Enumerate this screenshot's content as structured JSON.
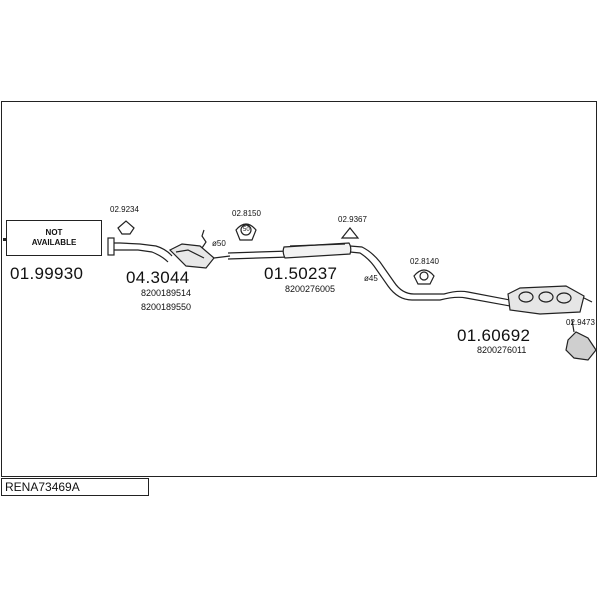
{
  "diagram": {
    "code": "RENA73469A",
    "not_available": [
      "NOT",
      "AVAILABLE"
    ],
    "parts": [
      {
        "number": "01.99930",
        "refs": []
      },
      {
        "number": "04.3044",
        "refs": [
          "8200189514",
          "8200189550"
        ]
      },
      {
        "number": "01.50237",
        "refs": [
          "8200276005"
        ]
      },
      {
        "number": "01.60692",
        "refs": [
          "8200276011"
        ]
      }
    ],
    "fittings": [
      "02.9234",
      "02.8150",
      "02.9367",
      "02.8140",
      "02.9473"
    ],
    "diameters": [
      "ø50",
      "ø45"
    ],
    "fitting_label_inner": "50"
  }
}
